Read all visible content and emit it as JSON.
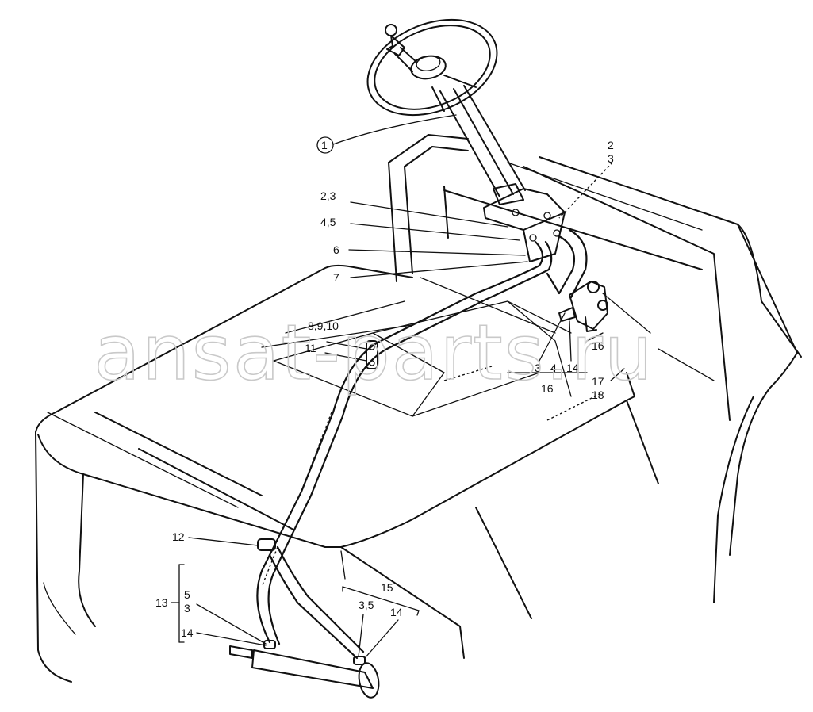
{
  "watermark": "ansat-parts.ru",
  "callouts": {
    "c1": "1",
    "c2": "2",
    "c3": "3",
    "c23": "2,3",
    "c45": "4,5",
    "c6": "6",
    "c7": "7",
    "c8910": "8,9,10",
    "c11": "11",
    "c12": "12",
    "c13": "13",
    "c5": "5",
    "c3b": "3",
    "c14a": "14",
    "c15": "15",
    "c35": "3,5",
    "c14b": "14",
    "c3c": "3",
    "c4": "4",
    "c14c": "14",
    "c16a": "16",
    "c16b": "16",
    "c17": "17",
    "c18": "18"
  }
}
